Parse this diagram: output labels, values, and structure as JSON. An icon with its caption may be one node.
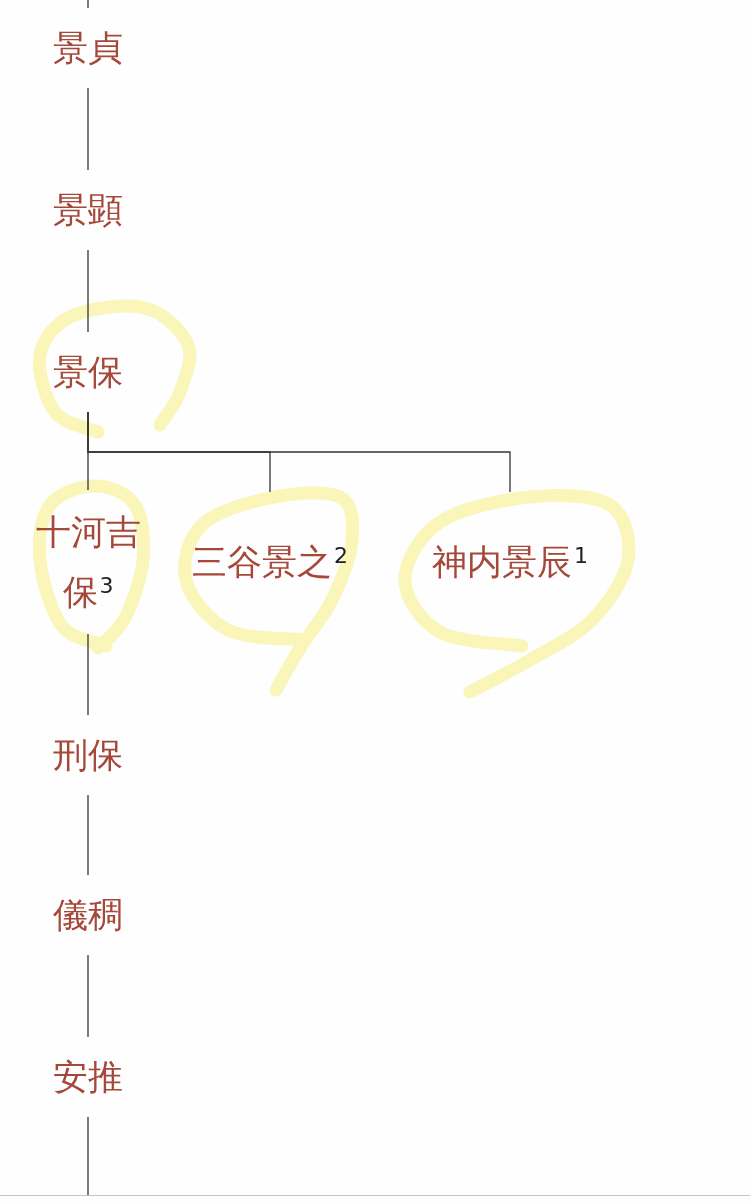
{
  "diagram": {
    "nodes": [
      {
        "text": [
          "景貞"
        ]
      },
      {
        "text": [
          "景顕"
        ]
      },
      {
        "text": [
          "景保"
        ]
      },
      {
        "text": [
          "十河吉保$^{3}$"
        ]
      },
      {
        "text": [
          "三谷景之$^{2}$"
        ]
      },
      {
        "text": [
          "神内景辰$^{1}$"
        ]
      },
      {
        "text": [
          "刑保"
        ]
      },
      {
        "text": [
          "儀稠"
        ]
      },
      {
        "text": [
          "安推"
        ]
      }
    ],
    "edges": [
      {
        "from": null,
        "to": 0,
        "arrow": "none"
      },
      {
        "from": 0,
        "to": 1,
        "arrow": "none"
      },
      {
        "from": 1,
        "to": 2,
        "arrow": "none"
      },
      {
        "from": 2,
        "to": 3,
        "arrow": "none"
      },
      {
        "from": 2,
        "to": 4,
        "arrow": "none"
      },
      {
        "from": 2,
        "to": 5,
        "arrow": "none"
      },
      {
        "from": 3,
        "to": 6,
        "arrow": "none"
      },
      {
        "from": 6,
        "to": 7,
        "arrow": "none"
      },
      {
        "from": 7,
        "to": 8,
        "arrow": "none"
      },
      {
        "from": 8,
        "to": null,
        "arrow": "none"
      }
    ]
  }
}
